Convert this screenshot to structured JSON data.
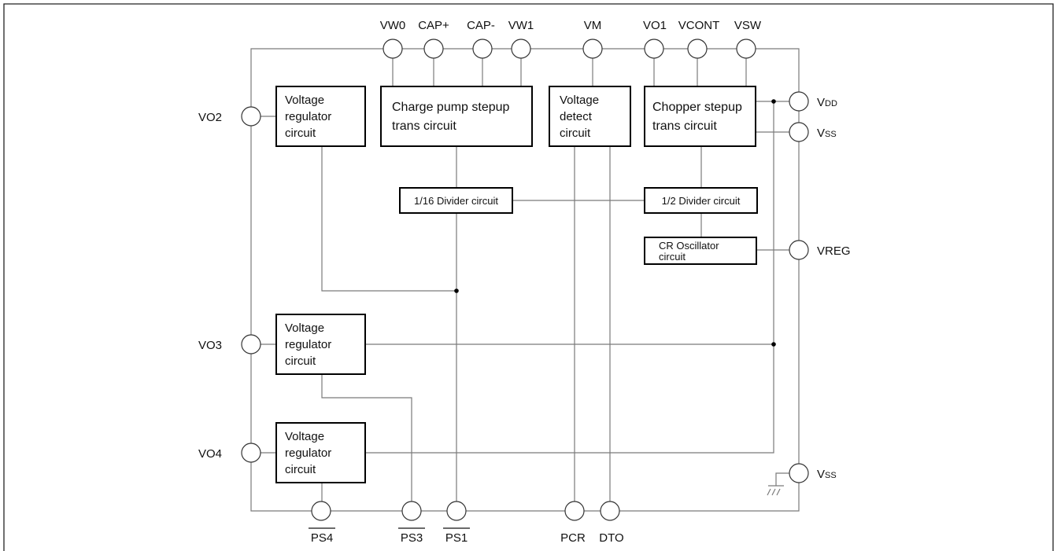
{
  "pins": {
    "top": [
      "VW0",
      "CAP+",
      "CAP-",
      "VW1",
      "VM",
      "VO1",
      "VCONT",
      "VSW"
    ],
    "left": [
      "VO2",
      "VO3",
      "VO4"
    ],
    "right": {
      "vdd": {
        "main": "V",
        "sub": "DD"
      },
      "vss1": {
        "main": "V",
        "sub": "SS"
      },
      "vreg": "VREG",
      "vss2": {
        "main": "V",
        "sub": "SS"
      }
    },
    "bottom": [
      "PS4",
      "PS3",
      "PS1",
      "PCR",
      "DTO"
    ]
  },
  "blocks": {
    "vreg1": [
      "Voltage",
      "regulator",
      "circuit"
    ],
    "charge_pump": [
      "Charge pump stepup",
      "trans circuit"
    ],
    "voltage_detect": [
      "Voltage",
      "detect",
      "circuit"
    ],
    "chopper": [
      "Chopper stepup",
      "trans circuit"
    ],
    "div16": "1/16 Divider circuit",
    "div2": "1/2 Divider circuit",
    "cr_osc": [
      "CR Oscillator",
      "circuit"
    ],
    "vreg2": [
      "Voltage",
      "regulator",
      "circuit"
    ],
    "vreg3": [
      "Voltage",
      "regulator",
      "circuit"
    ]
  }
}
